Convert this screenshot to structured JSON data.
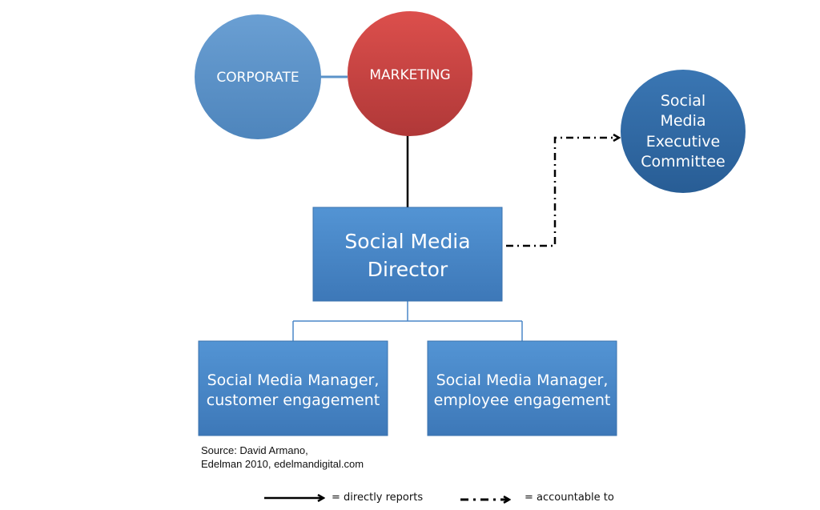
{
  "nodes": {
    "corporate": "CORPORATE",
    "marketing": "MARKETING",
    "committee": [
      "Social",
      "Media",
      "Executive",
      "Committee"
    ],
    "director": [
      "Social Media",
      "Director"
    ],
    "manager_customer": [
      "Social Media Manager,",
      "customer engagement"
    ],
    "manager_employee": [
      "Social Media Manager,",
      "employee engagement"
    ]
  },
  "source": [
    "Source: David Armano,",
    "Edelman 2010, edelmandigital.com"
  ],
  "legend": {
    "direct": "= directly reports",
    "accountable": "= accountable to"
  },
  "colors": {
    "corporate": "#5b93c9",
    "marketing": "#c94141",
    "committee": "#2f66a0",
    "box": "#4a87c8"
  }
}
